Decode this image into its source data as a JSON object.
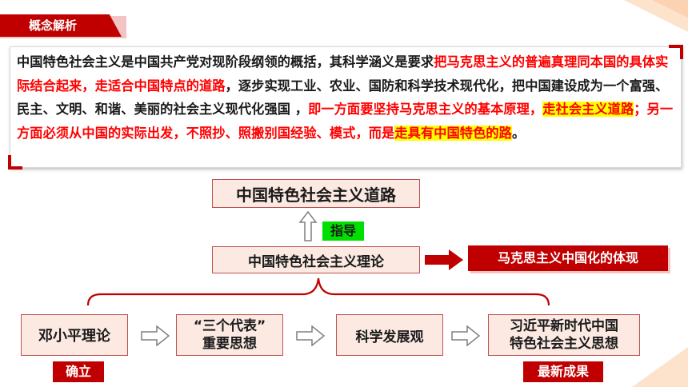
{
  "header": {
    "title": "概念解析"
  },
  "definition": {
    "segments": [
      {
        "text": "中国特色社会主义是中国共产党对现阶段纲领的概括，其科学涵义是要求",
        "style": "plain"
      },
      {
        "text": "把马克思主义的普遍真理同本国的具体实际结合起来，走适合中国特点的道路",
        "style": "red"
      },
      {
        "text": "，逐步实现工业、农业、国防和科学技术现代化，把中国建设成为一个富强、民主、文明、和谐、美丽的社会主义现代化强国 ，",
        "style": "plain"
      },
      {
        "text": "即一方面要坚持马克思主义的基本原理，",
        "style": "red"
      },
      {
        "text": "走社会主义道路",
        "style": "red-highlight"
      },
      {
        "text": "；另一方面必须从中国的实际出发，不照抄、照搬别国经验、模式，而是",
        "style": "red"
      },
      {
        "text": "走具有中国特色的路",
        "style": "red-highlight"
      },
      {
        "text": "。",
        "style": "plain"
      }
    ]
  },
  "diagram": {
    "road": "中国特色社会主义道路",
    "guide": "指导",
    "theory": "中国特色社会主义理论",
    "embodiment": "马克思主义中国化的体现",
    "components": [
      {
        "line1": "邓小平理论",
        "line2": ""
      },
      {
        "line1": "“三个代表”",
        "line2": "重要思想"
      },
      {
        "line1": "科学发展观",
        "line2": ""
      },
      {
        "line1": "习近平新时代中国",
        "line2": "特色社会主义思想"
      }
    ],
    "establish_label": "确立",
    "latest_label": "最新成果"
  },
  "colors": {
    "accent_red": "#c00000",
    "text_red": "#ff0000",
    "highlight_yellow": "#ffff00",
    "guide_green": "#00e000",
    "box_fill": "#fbe9e2"
  }
}
